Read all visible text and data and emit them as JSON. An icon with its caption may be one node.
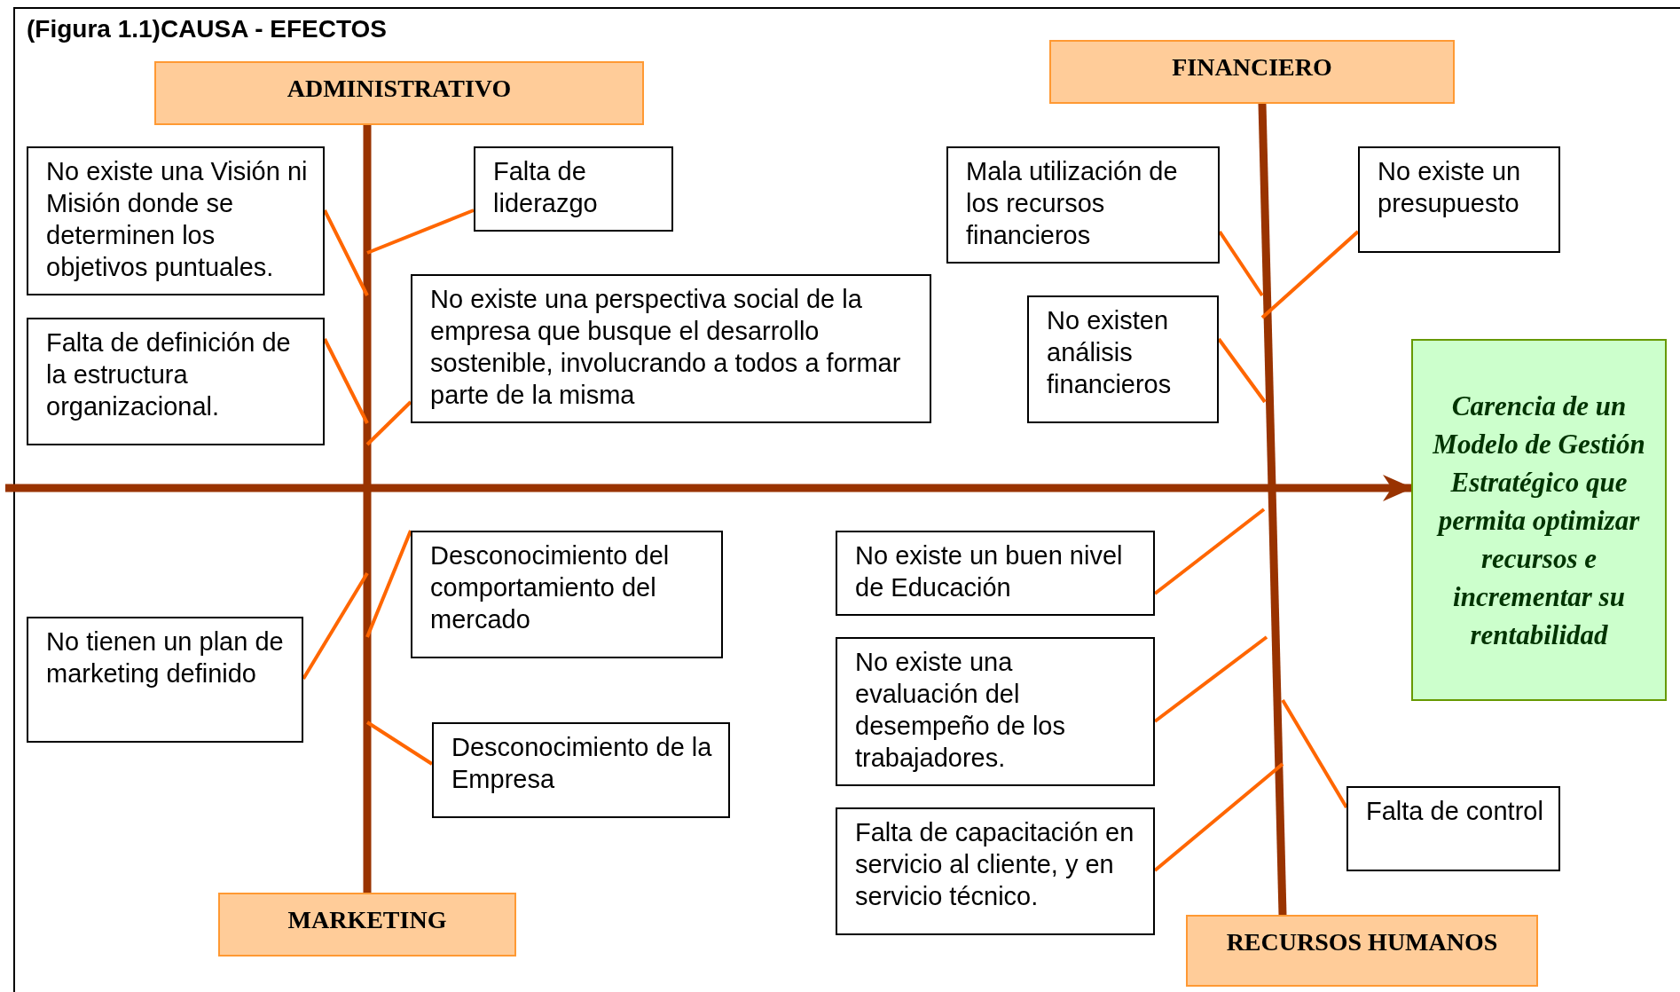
{
  "diagram": {
    "title": "(Figura 1.1)CAUSA - EFECTOS",
    "nodes": [
      {
        "text": [
          "ADMINISTRATIVO"
        ]
      },
      {
        "text": [
          "No existe una Visión ni Misión donde se determinen los objetivos puntuales."
        ]
      },
      {
        "text": [
          "Falta de liderazgo"
        ]
      },
      {
        "text": [
          "No existe una perspectiva social de la empresa que busque el desarrollo sostenible, involucrando a todos a formar parte de la misma"
        ]
      },
      {
        "text": [
          "Falta de definición de la estructura organizacional."
        ]
      },
      {
        "text": [
          "FINANCIERO"
        ]
      },
      {
        "text": [
          "Mala utilización de los recursos financieros"
        ]
      },
      {
        "text": [
          "No existe un presupuesto"
        ]
      },
      {
        "text": [
          "No existen análisis financieros"
        ]
      },
      {
        "text": [
          "Carencia de un Modelo de Gestión Estratégico que permita optimizar recursos e incrementar su rentabilidad"
        ]
      },
      {
        "text": [
          "Desconocimiento del comportamiento del mercado"
        ]
      },
      {
        "text": [
          "No tienen un plan de marketing definido"
        ]
      },
      {
        "text": [
          "Desconocimiento de la Empresa"
        ]
      },
      {
        "text": [
          "MARKETING"
        ]
      },
      {
        "text": [
          "No existe un buen nivel de Educación"
        ]
      },
      {
        "text": [
          "No existe una evaluación del desempeño de los trabajadores."
        ]
      },
      {
        "text": [
          "Falta de capacitación en servicio al cliente, y en servicio técnico."
        ]
      },
      {
        "text": [
          "Falta de control"
        ]
      },
      {
        "text": [
          "RECURSOS HUMANOS"
        ]
      }
    ],
    "edges": [
      {
        "from": null,
        "to": 9,
        "arrow": "to",
        "style": "thick",
        "color": "#993300"
      },
      {
        "from": 0,
        "to": null,
        "arrow": "none",
        "style": "thick",
        "color": "#993300"
      },
      {
        "from": 13,
        "to": null,
        "arrow": "none",
        "style": "thick",
        "color": "#993300"
      },
      {
        "from": 5,
        "to": null,
        "arrow": "none",
        "style": "thick",
        "color": "#993300"
      },
      {
        "from": 18,
        "to": null,
        "arrow": "none",
        "style": "thick",
        "color": "#993300"
      },
      {
        "from": 1,
        "to": null,
        "arrow": "none"
      },
      {
        "from": 2,
        "to": null,
        "arrow": "none"
      },
      {
        "from": 4,
        "to": null,
        "arrow": "none"
      },
      {
        "from": 3,
        "to": null,
        "arrow": "none"
      },
      {
        "from": 10,
        "to": null,
        "arrow": "none"
      },
      {
        "from": 11,
        "to": null,
        "arrow": "none"
      },
      {
        "from": 12,
        "to": null,
        "arrow": "none"
      },
      {
        "from": 6,
        "to": null,
        "arrow": "none"
      },
      {
        "from": 7,
        "to": null,
        "arrow": "none"
      },
      {
        "from": 8,
        "to": null,
        "arrow": "none"
      },
      {
        "from": 14,
        "to": null,
        "arrow": "none"
      },
      {
        "from": 15,
        "to": null,
        "arrow": "none"
      },
      {
        "from": 16,
        "to": null,
        "arrow": "none"
      },
      {
        "from": 17,
        "to": null,
        "arrow": "none"
      }
    ]
  }
}
